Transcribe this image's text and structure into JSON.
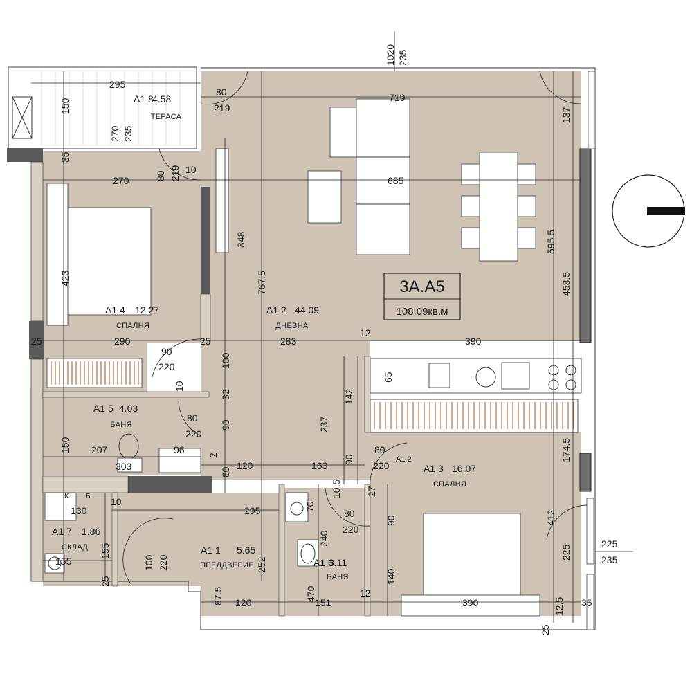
{
  "unit": {
    "code": "3A.A5",
    "area": "108.09кв.м"
  },
  "rooms": [
    {
      "id": "A1 8",
      "area": "4.58",
      "name": "ТЕРАСА"
    },
    {
      "id": "A1 4",
      "area": "12.27",
      "name": "СПАЛНЯ"
    },
    {
      "id": "A1 2",
      "area": "44.09",
      "name": "ДНЕВНА"
    },
    {
      "id": "A1 5",
      "area": "4.03",
      "name": "БАНЯ"
    },
    {
      "id": "A1 3",
      "area": "16.07",
      "name": "СПАЛНЯ"
    },
    {
      "id": "A1 7",
      "area": "1.86",
      "name": "СКЛАД"
    },
    {
      "id": "A1 1",
      "area": "5.65",
      "name": "ПРЕДДВЕРИЕ"
    },
    {
      "id": "A1 6",
      "area": "3.11",
      "name": "БАНЯ"
    }
  ],
  "room_code_extra": "A1.2",
  "dims": [
    "1020",
    "235",
    "295",
    "80",
    "219",
    "150",
    "270",
    "235",
    "719",
    "137",
    "35",
    "80",
    "219",
    "10",
    "270",
    "685",
    "348",
    "423",
    "767.5",
    "595.5",
    "458.5",
    "25",
    "290",
    "25",
    "283",
    "12",
    "390",
    "90",
    "220",
    "100",
    "65",
    "10",
    "32",
    "142",
    "237",
    "80",
    "220",
    "90",
    "150",
    "207",
    "96",
    "303",
    "2",
    "80",
    "120",
    "163",
    "90",
    "80",
    "220",
    "174.5",
    "10.5",
    "27",
    "K",
    "Б",
    "10",
    "130",
    "295",
    "70",
    "80",
    "220",
    "90",
    "412",
    "155",
    "100",
    "220",
    "240",
    "225",
    "235",
    "25",
    "252",
    "140",
    "155",
    "87.5",
    "120",
    "151",
    "470",
    "12",
    "390",
    "12.5",
    "35",
    "25",
    "225"
  ]
}
